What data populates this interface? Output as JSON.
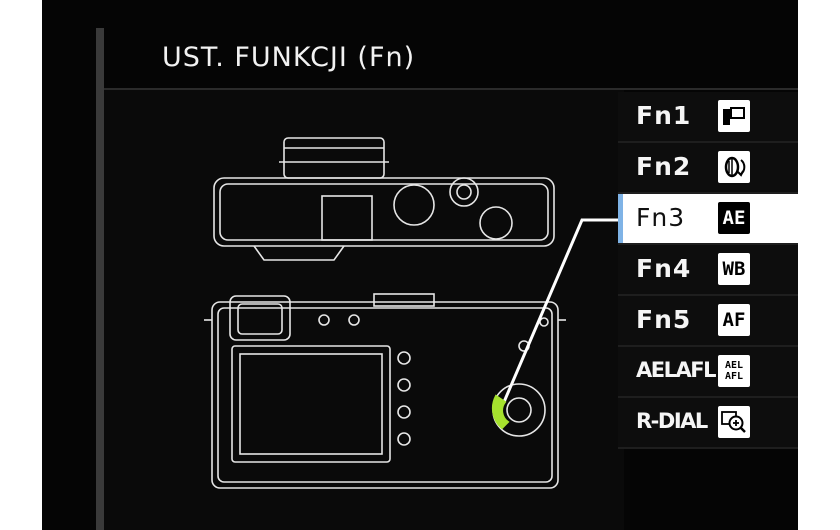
{
  "header": {
    "title": "UST. FUNKCJI (Fn)"
  },
  "colors": {
    "selected_bg": "#ffffff",
    "selected_accent": "#7fb3e6",
    "highlight_button": "#a6e22e"
  },
  "menu": {
    "items": [
      {
        "label": "Fn1",
        "icon": "film-simulation-icon",
        "selected": false
      },
      {
        "label": "Fn2",
        "icon": "dial-rotate-icon",
        "selected": false
      },
      {
        "label": "Fn3",
        "icon_text": "AE",
        "selected": true
      },
      {
        "label": "Fn4",
        "icon_text": "WB",
        "selected": false
      },
      {
        "label": "Fn5",
        "icon_text": "AF",
        "selected": false
      },
      {
        "label": "AELAFL",
        "icon_text_top": "AEL",
        "icon_text_bottom": "AFL",
        "selected": false
      },
      {
        "label": "R-DIAL",
        "icon": "zoom-in-icon",
        "selected": false
      }
    ]
  }
}
